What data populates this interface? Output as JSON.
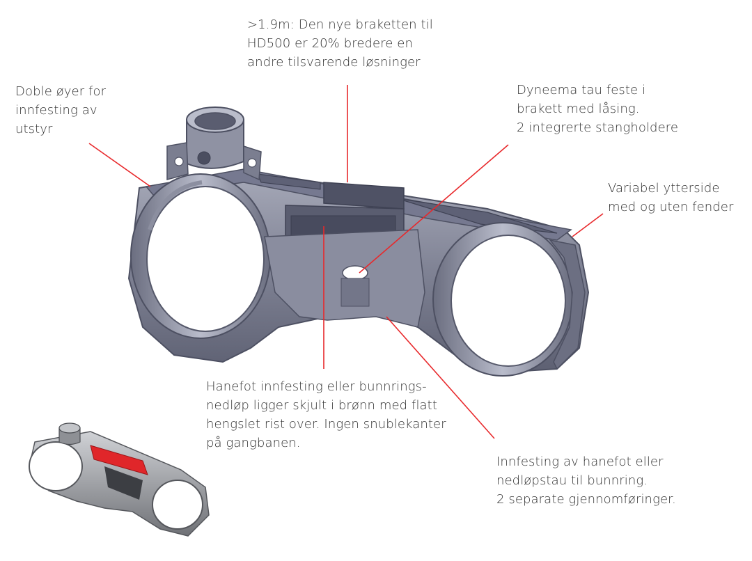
{
  "callouts": {
    "width_note": [
      ">1.9m: Den  nye braketten til",
      "HD500 er 20% bredere en",
      "andre tilsvarende løsninger"
    ],
    "eyes_note": [
      "Doble øyer for",
      "innfesting av",
      "utstyr"
    ],
    "rope_note": [
      "Dyneema tau feste i",
      "brakett med låsing.",
      "2 integrerte stangholdere"
    ],
    "side_note": [
      "Variabel ytterside",
      "med og uten fender"
    ],
    "hidden_note": [
      "Hanefot innfesting eller bunnrings-",
      "nedløp ligger skjult i brønn med flatt",
      "hengslet rist over. Ingen snublekanter",
      "på gangbanen."
    ],
    "mount_note": [
      "Innfesting av hanefot eller",
      "nedløpstau til bunnring.",
      "2 separate gjennomføringer."
    ]
  },
  "colors": {
    "leader_line": "#e8282b",
    "bracket_body": "#8a8d9e",
    "bracket_dark": "#5c5f70",
    "bracket_light": "#b4b7c6",
    "grate_highlight": "#e0262a"
  }
}
